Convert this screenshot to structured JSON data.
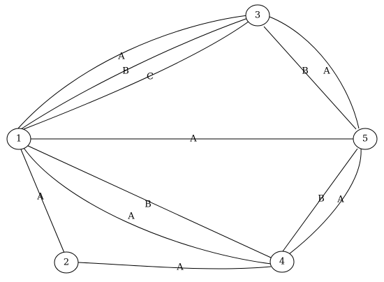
{
  "nodes": [
    {
      "id": "1",
      "label": "1"
    },
    {
      "id": "2",
      "label": "2"
    },
    {
      "id": "3",
      "label": "3"
    },
    {
      "id": "4",
      "label": "4"
    },
    {
      "id": "5",
      "label": "5"
    }
  ],
  "edges": [
    {
      "from": "1",
      "to": "3",
      "label": "A"
    },
    {
      "from": "1",
      "to": "3",
      "label": "B"
    },
    {
      "from": "1",
      "to": "3",
      "label": "C"
    },
    {
      "from": "1",
      "to": "5",
      "label": "A"
    },
    {
      "from": "1",
      "to": "4",
      "label": "B"
    },
    {
      "from": "1",
      "to": "4",
      "label": "A"
    },
    {
      "from": "1",
      "to": "2",
      "label": "A"
    },
    {
      "from": "2",
      "to": "4",
      "label": "A"
    },
    {
      "from": "3",
      "to": "5",
      "label": "B"
    },
    {
      "from": "3",
      "to": "5",
      "label": "A"
    },
    {
      "from": "4",
      "to": "5",
      "label": "B"
    },
    {
      "from": "4",
      "to": "5",
      "label": "A"
    }
  ]
}
